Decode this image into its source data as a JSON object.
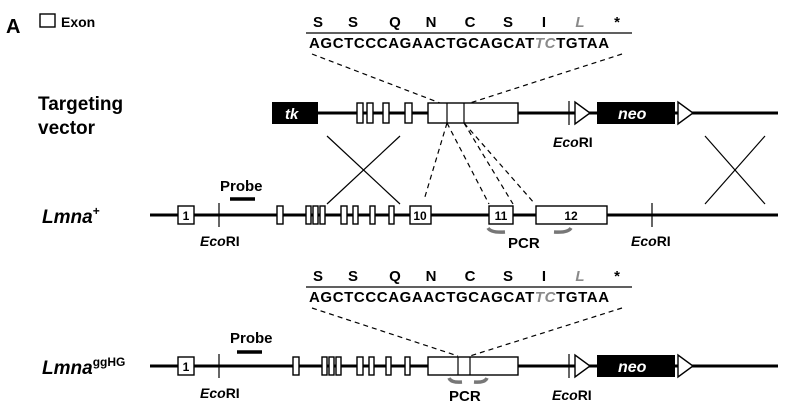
{
  "panel_label": "A",
  "legend": {
    "label": "Exon"
  },
  "top_sequence": {
    "amino_acids": [
      "S",
      "S",
      "Q",
      "N",
      "C",
      "S",
      "I",
      "L",
      "*"
    ],
    "dna_before": "AGCTCCCAGAACTGCAGCAT",
    "dna_mutated": "TC",
    "dna_after": "TGTAA"
  },
  "bottom_sequence": {
    "amino_acids": [
      "S",
      "S",
      "Q",
      "N",
      "C",
      "S",
      "I",
      "L",
      "*"
    ],
    "dna_before": "AGCTCCCAGAACTGCAGCAT",
    "dna_mutated": "TC",
    "dna_after": "TGTAA"
  },
  "targeting_vector": {
    "label_line1": "Targeting",
    "label_line2": "vector",
    "tk_label": "tk",
    "neo_label": "neo",
    "ecori_italic": "Eco",
    "ecori_roman": "RI"
  },
  "wildtype": {
    "label_main": "Lmna",
    "label_sup": "+",
    "probe_label": "Probe",
    "exon_1": "1",
    "exon_10": "10",
    "exon_11": "11",
    "exon_12": "12",
    "pcr_label": "PCR",
    "ecori_italic": "Eco",
    "ecori_roman": "RI"
  },
  "mutant": {
    "label_main": "Lmna",
    "label_sup": "ggHG",
    "probe_label": "Probe",
    "exon_1": "1",
    "neo_label": "neo",
    "pcr_label": "PCR",
    "ecori_italic": "Eco",
    "ecori_roman": "RI"
  },
  "colors": {
    "mutation_grey": "#8a8a8a",
    "primer_grey": "#777777",
    "neo_box": "#000000"
  }
}
